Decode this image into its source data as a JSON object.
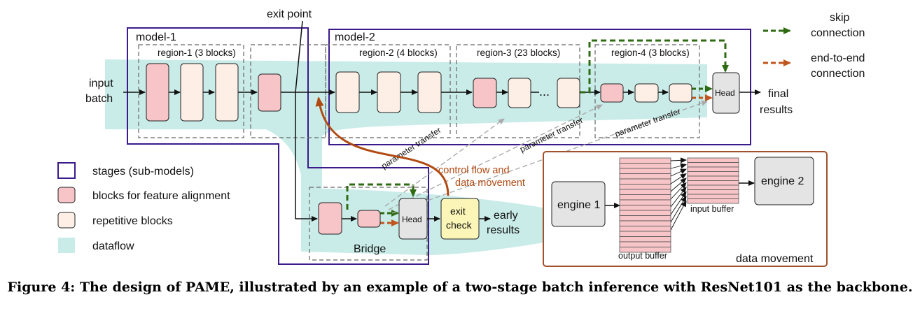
{
  "caption": "Figure 4: The design of PAME, illustrated by an example of a two-stage batch inference with ResNet101 as the backbone.",
  "labels": {
    "exit_point": "exit point",
    "input_line1": "input",
    "input_line2": "batch",
    "final_line1": "final",
    "final_line2": "results",
    "early_line1": "early",
    "early_line2": "results",
    "model1": "model-1",
    "model2": "model-2",
    "region1": "region-1 (3 blocks)",
    "region2": "region-2 (4 blocks)",
    "region3": "region-3 (23 blocks)",
    "region4": "region-4 (3 blocks)",
    "ellipsis": "...",
    "head": "Head",
    "exit_line1": "exit",
    "exit_line2": "check",
    "bridge": "Bridge",
    "param_transfer": "parameter transfer",
    "control_line1": "control flow and",
    "control_line2": "data movement"
  },
  "legend": {
    "skip_line1": "skip",
    "skip_line2": "connection",
    "e2e_line1": "end-to-end",
    "e2e_line2": "connection",
    "stages": "stages (sub-models)",
    "align": "blocks for feature alignment",
    "repetitive": "repetitive blocks",
    "dataflow": "dataflow"
  },
  "data_movement": {
    "title": "data movement",
    "engine1": "engine 1",
    "engine2": "engine 2",
    "output_buffer": "output buffer",
    "input_buffer": "input buffer"
  },
  "colors": {
    "stage_border": "#3b1a8c",
    "align_fill": "#f7c4c8",
    "repetitive_fill": "#fdeee6",
    "dataflow": "#c9ece9",
    "skip": "#2e6b12",
    "end_to_end": "#c0561e",
    "control_flow": "#b14a12",
    "head_fill": "#e4e4e4",
    "exit_fill": "#fbf6b8"
  }
}
